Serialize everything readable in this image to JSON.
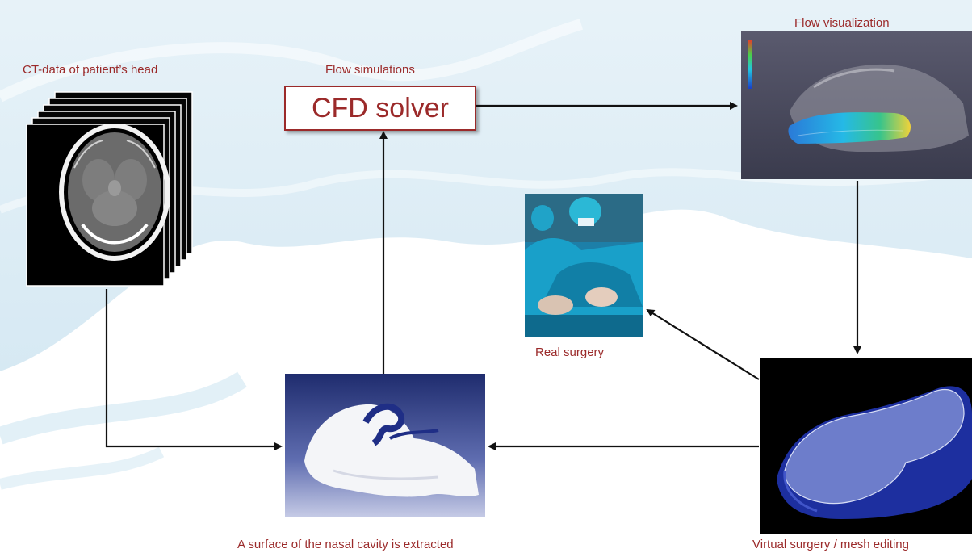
{
  "nodes": {
    "ct": {
      "label": "CT-data of patient’s head"
    },
    "flow_sim": {
      "label": "Flow simulations",
      "box_text": "CFD solver"
    },
    "flow_vis": {
      "label": "Flow visualization"
    },
    "real_surgery": {
      "label": "Real surgery"
    },
    "surface": {
      "label": "A surface of the nasal cavity is extracted"
    },
    "virtual": {
      "label": "Virtual surgery / mesh editing"
    }
  },
  "colors": {
    "label_text": "#9b2a2a",
    "arrow": "#111111",
    "background_swirl": "#d6e9f3"
  }
}
